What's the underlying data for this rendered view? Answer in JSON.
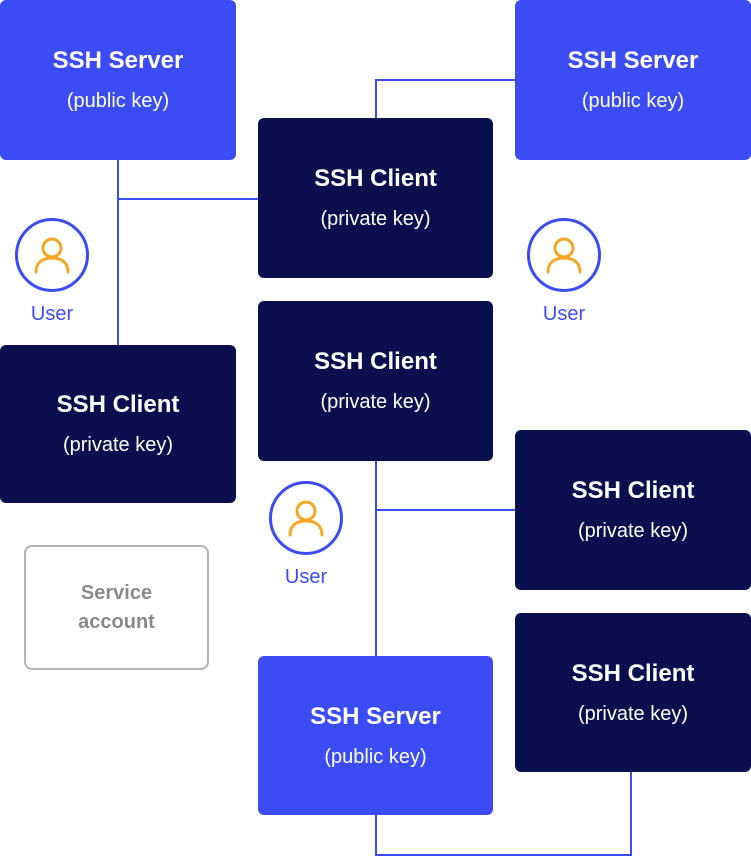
{
  "colors": {
    "server": "#3b4cf5",
    "client": "#0c0f4e",
    "line": "#3b4cf5",
    "user_accent": "#f5a623",
    "service_border": "#b3b3b3"
  },
  "nodes": {
    "server_1": {
      "title": "SSH Server",
      "sub": "(public key)"
    },
    "server_2": {
      "title": "SSH Server",
      "sub": "(public key)"
    },
    "server_3": {
      "title": "SSH Server",
      "sub": "(public key)"
    },
    "client_1": {
      "title": "SSH Client",
      "sub": "(private key)"
    },
    "client_2": {
      "title": "SSH Client",
      "sub": "(private key)"
    },
    "client_3": {
      "title": "SSH Client",
      "sub": "(private key)"
    },
    "client_4": {
      "title": "SSH Client",
      "sub": "(private key)"
    },
    "client_5": {
      "title": "SSH Client",
      "sub": "(private key)"
    }
  },
  "users": [
    {
      "label": "User",
      "icon": "user-icon"
    },
    {
      "label": "User",
      "icon": "user-icon"
    },
    {
      "label": "User",
      "icon": "user-icon"
    }
  ],
  "service_account": {
    "line1": "Service",
    "line2": "account"
  }
}
